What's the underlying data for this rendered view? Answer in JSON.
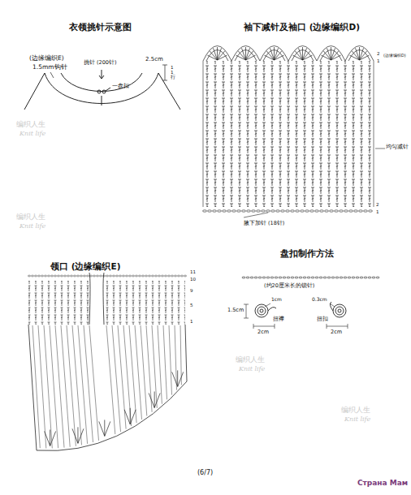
{
  "diagram": {
    "labels": [
      "衣领挑针示意图",
      "袖下减针及袖口 (边缘编织D)",
      "(边缘编织E)",
      "1.5mm钩针",
      "挑针 (200针)",
      "2.5cm",
      "11行",
      "一盘扣",
      "2",
      "1",
      "(边缘编织D)",
      "均匀减针",
      "2",
      "1",
      "腋下加针 (18针)",
      "领口 (边缘编织E)",
      "11",
      "10",
      "9",
      "5",
      "1",
      "盘扣制作方法",
      "(约20厘米长的锁针)",
      "1.5cm",
      "1cm",
      "扭襻",
      "2cm",
      "0.3cm",
      "扭扣",
      "2cm",
      "(6/7)",
      "Страна Мам",
      "编织人生",
      "Knit life",
      "编织人生",
      "Knit life",
      "编织人生",
      "Knit life",
      "编织人生",
      "Knit life"
    ]
  }
}
